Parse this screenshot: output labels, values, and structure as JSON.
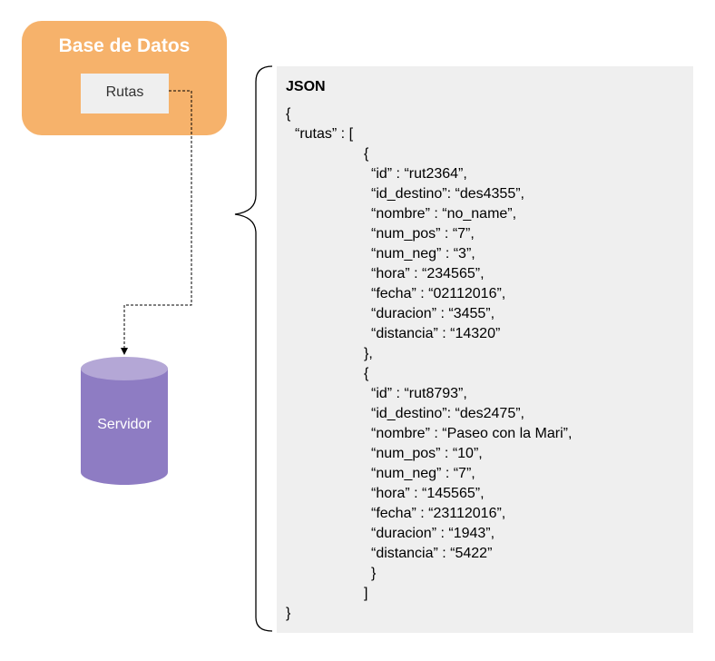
{
  "database": {
    "title": "Base de Datos",
    "table_label": "Rutas"
  },
  "server": {
    "label": "Servidor"
  },
  "json": {
    "heading": "JSON",
    "lines": [
      {
        "text": "{",
        "indent": 0
      },
      {
        "text": "“rutas” : [",
        "indent": 1
      },
      {
        "text": "{",
        "indent": 2
      },
      {
        "text": "“id” : “rut2364”,",
        "indent": 3
      },
      {
        "text": "“id_destino”: “des4355”,",
        "indent": 3
      },
      {
        "text": "“nombre” : “no_name”,",
        "indent": 3
      },
      {
        "text": "“num_pos” : “7”,",
        "indent": 3
      },
      {
        "text": "“num_neg” : “3”,",
        "indent": 3
      },
      {
        "text": "“hora” : “234565”,",
        "indent": 3
      },
      {
        "text": "“fecha” : “02112016”,",
        "indent": 3
      },
      {
        "text": "“duracion” : “3455”,",
        "indent": 3
      },
      {
        "text": "“distancia” : “14320”",
        "indent": 3
      },
      {
        "text": "},",
        "indent": 2
      },
      {
        "text": "{",
        "indent": 2
      },
      {
        "text": "“id” : “rut8793”,",
        "indent": 3
      },
      {
        "text": "“id_destino”: “des2475”,",
        "indent": 3
      },
      {
        "text": "“nombre” : “Paseo con la Mari”,",
        "indent": 3
      },
      {
        "text": "“num_pos” : “10”,",
        "indent": 3
      },
      {
        "text": "“num_neg” : “7”,",
        "indent": 3
      },
      {
        "text": "“hora” : “145565”,",
        "indent": 3
      },
      {
        "text": "“fecha” : “23112016”,",
        "indent": 3
      },
      {
        "text": "“duracion” : “1943”,",
        "indent": 3
      },
      {
        "text": "“distancia” : “5422”",
        "indent": 3
      },
      {
        "text": "}",
        "indent": 3
      },
      {
        "text": "]",
        "indent": 2
      },
      {
        "text": "}",
        "indent": 0
      }
    ]
  },
  "colors": {
    "database_fill": "#f6b26b",
    "table_fill": "#efefef",
    "server_fill": "#8e7cc3",
    "server_top": "#b4a7d6",
    "json_panel": "#efefef"
  }
}
